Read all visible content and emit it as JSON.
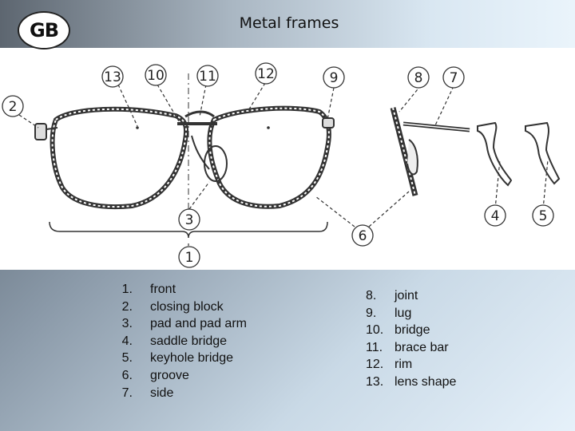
{
  "header": {
    "logo_text": "GB",
    "title": "Metal frames"
  },
  "callouts": [
    "1",
    "2",
    "3",
    "4",
    "5",
    "6",
    "7",
    "8",
    "9",
    "10",
    "11",
    "12",
    "13"
  ],
  "legend_left": [
    {
      "num": "1.",
      "label": "front"
    },
    {
      "num": "2.",
      "label": "closing block"
    },
    {
      "num": "3.",
      "label": "pad and pad arm"
    },
    {
      "num": "4.",
      "label": "saddle bridge"
    },
    {
      "num": "5.",
      "label": "keyhole bridge"
    },
    {
      "num": "6.",
      "label": "groove"
    },
    {
      "num": "7.",
      "label": "side"
    }
  ],
  "legend_right": [
    {
      "num": "8.",
      "label": "joint"
    },
    {
      "num": "9.",
      "label": "lug"
    },
    {
      "num": "10.",
      "label": "bridge"
    },
    {
      "num": "11.",
      "label": "brace bar"
    },
    {
      "num": "12.",
      "label": "rim"
    },
    {
      "num": "13.",
      "label": "lens shape"
    }
  ]
}
